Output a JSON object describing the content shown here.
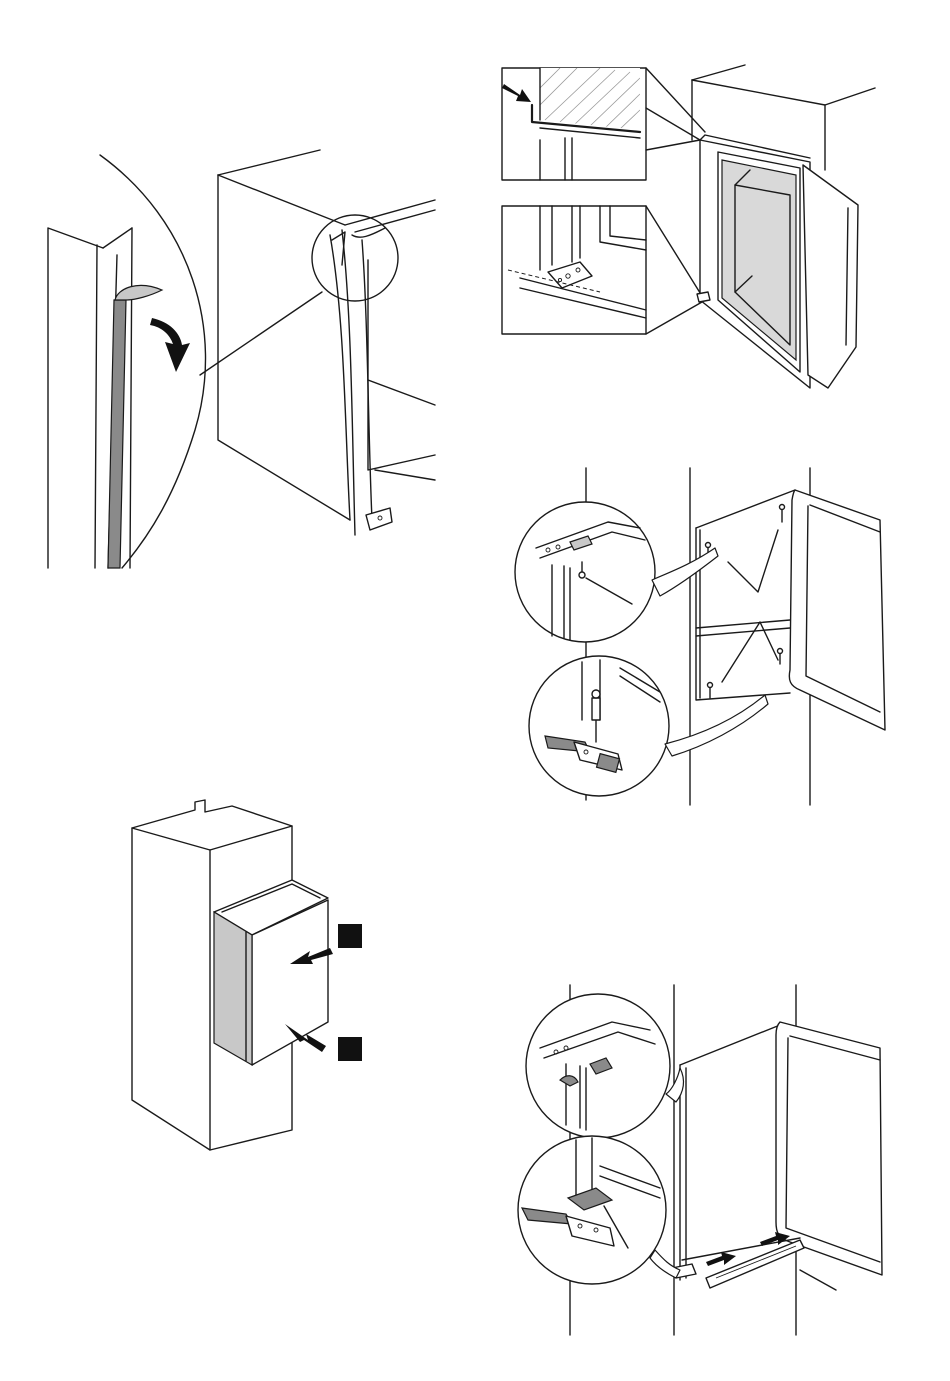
{
  "figures": [
    {
      "id": "seal-strip",
      "description_icon": "seal-peel-arrow-icon"
    },
    {
      "id": "hinge-detail",
      "description_icon": "hinge-push-arrow-icon"
    },
    {
      "id": "screw-mounting",
      "description_icon": "screw-icon"
    },
    {
      "id": "appliance-push-in",
      "description_icon": "push-arrow-icon",
      "markers": [
        "",
        ""
      ]
    },
    {
      "id": "cover-clip",
      "description_icon": "clip-arrow-icon"
    }
  ],
  "colors": {
    "line": "#1a1a1a",
    "grey": "#c8c8c8",
    "dark_grey": "#8a8a8a",
    "marker": "#111111"
  }
}
